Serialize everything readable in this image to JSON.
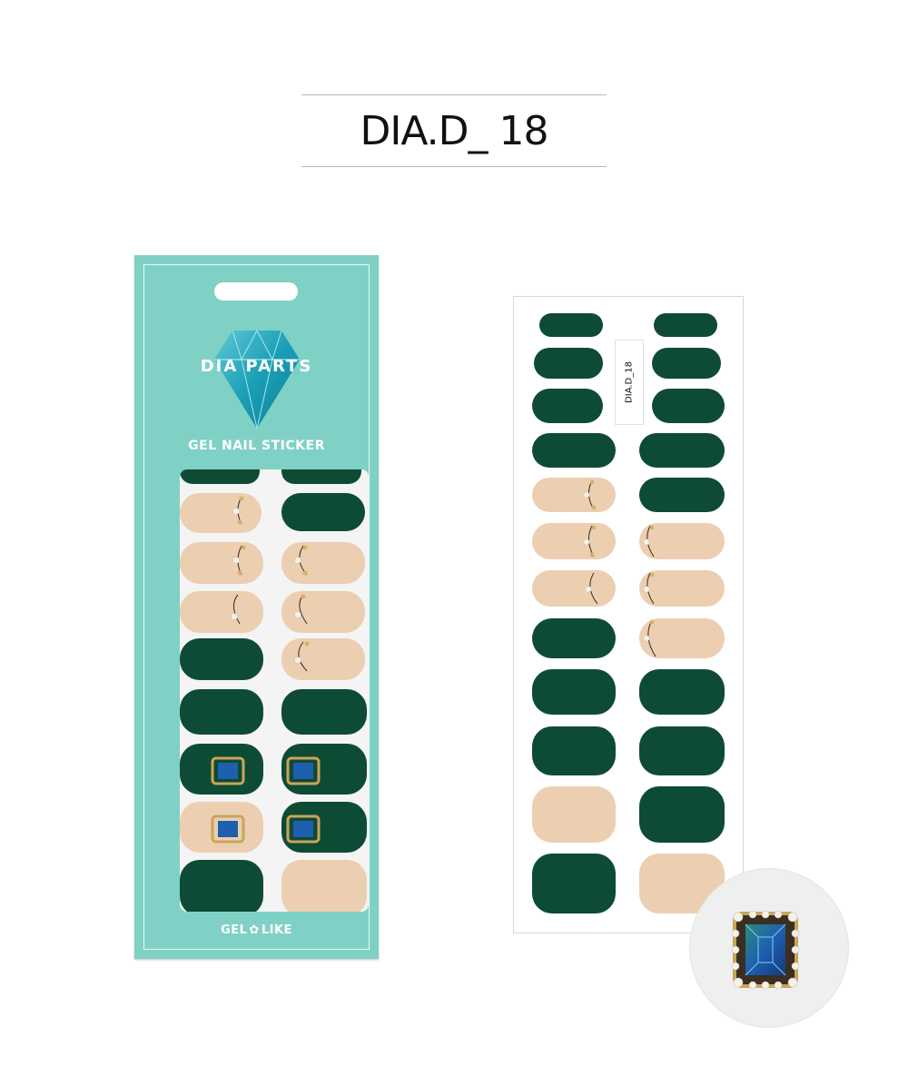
{
  "product_code": "DIA.D_ 18",
  "package": {
    "brand": "DIA PARTS",
    "subtitle": "GEL NAIL STICKER",
    "logo_left": "GEL",
    "logo_right": "LIKE"
  },
  "sheet": {
    "label": "DIA.D_18"
  },
  "colors": {
    "package_teal": "#80d1c5",
    "nail_green": "#0e4b35",
    "nail_nude": "#ecceb0",
    "gem_blue": "#1f5fb0"
  },
  "icons": {
    "diamond": "diamond-icon",
    "flower": "flower-icon",
    "gem": "gem-icon"
  }
}
